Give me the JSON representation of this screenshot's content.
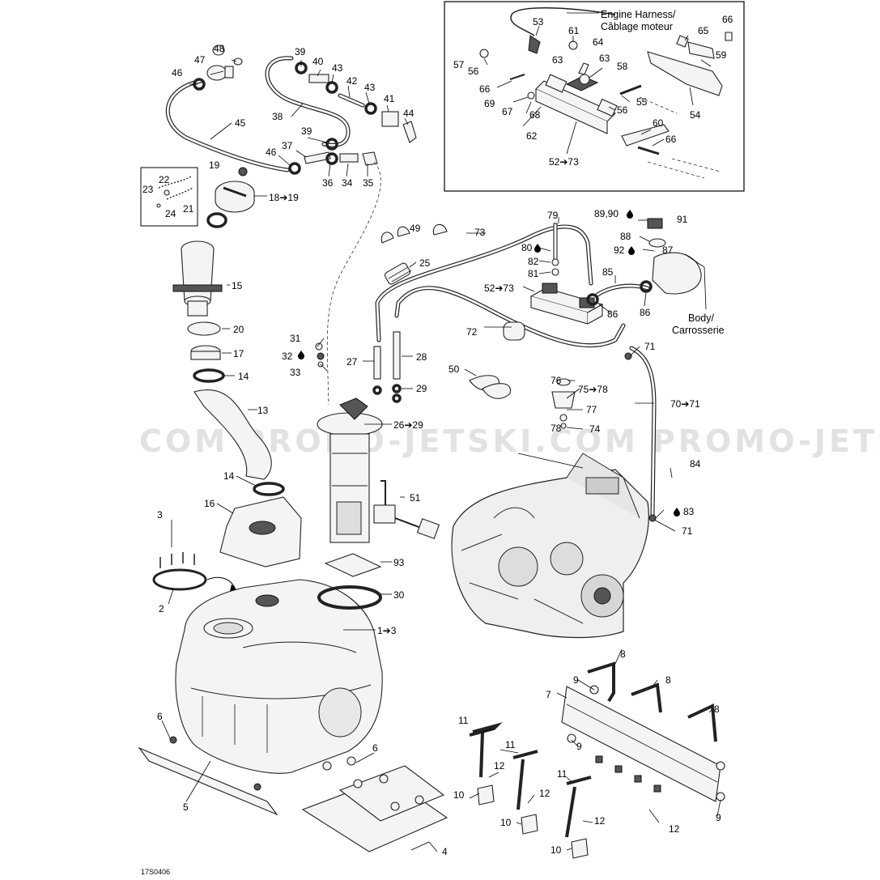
{
  "watermark": "COM PROMO-JETSKI.COM PROMO-JETSKI",
  "figure_id": "17S0406",
  "notes": {
    "engine_harness_en": "Engine Harness/",
    "engine_harness_fr": "Câblage moteur",
    "body_en": "Body/",
    "body_fr": "Carrosserie"
  },
  "callouts": {
    "c1to3": "1➔3",
    "c2": "2",
    "c3": "3",
    "c4": "4",
    "c5": "5",
    "c6a": "6",
    "c6b": "6",
    "c7": "7",
    "c8a": "8",
    "c8b": "8",
    "c8c": "8",
    "c9a": "9",
    "c9b": "9",
    "c9c": "9",
    "c10a": "10",
    "c10b": "10",
    "c10c": "10",
    "c11a": "11",
    "c11b": "11",
    "c11c": "11",
    "c12a": "12",
    "c12b": "12",
    "c12c": "12",
    "c12d": "12",
    "c13": "13",
    "c14a": "14",
    "c14b": "14",
    "c15": "15",
    "c16": "16",
    "c17": "17",
    "c18to19": "18➔19",
    "c19": "19",
    "c20": "20",
    "c21": "21",
    "c22": "22",
    "c23": "23",
    "c24": "24",
    "c25": "25",
    "c26to29": "26➔29",
    "c27": "27",
    "c28": "28",
    "c29": "29",
    "c30": "30",
    "c31": "31",
    "c32": "32",
    "c33": "33",
    "c34": "34",
    "c35": "35",
    "c36": "36",
    "c37": "37",
    "c38": "38",
    "c39a": "39",
    "c39b": "39",
    "c40": "40",
    "c41": "41",
    "c42": "42",
    "c43a": "43",
    "c43b": "43",
    "c44": "44",
    "c45": "45",
    "c46a": "46",
    "c46b": "46",
    "c47": "47",
    "c48": "48",
    "c49": "49",
    "c50": "50",
    "c51": "51",
    "c52to73a": "52➔73",
    "c52to73b": "52➔73",
    "c53": "53",
    "c54": "54",
    "c55": "55",
    "c56a": "56",
    "c56b": "56",
    "c57": "57",
    "c58": "58",
    "c59": "59",
    "c60": "60",
    "c61": "61",
    "c62": "62",
    "c63a": "63",
    "c63b": "63",
    "c64": "64",
    "c65": "65",
    "c66a": "66",
    "c66b": "66",
    "c66c": "66",
    "c67": "67",
    "c68": "68",
    "c69": "69",
    "c70to71": "70➔71",
    "c71a": "71",
    "c71b": "71",
    "c72": "72",
    "c73": "73",
    "c74": "74",
    "c75to78": "75➔78",
    "c76": "76",
    "c77": "77",
    "c78": "78",
    "c79": "79",
    "c80": "80",
    "c81": "81",
    "c82": "82",
    "c83": "83",
    "c84": "84",
    "c85": "85",
    "c86a": "86",
    "c86b": "86",
    "c87": "87",
    "c88": "88",
    "c89_90": "89,90",
    "c91": "91",
    "c92": "92",
    "c93": "93"
  }
}
